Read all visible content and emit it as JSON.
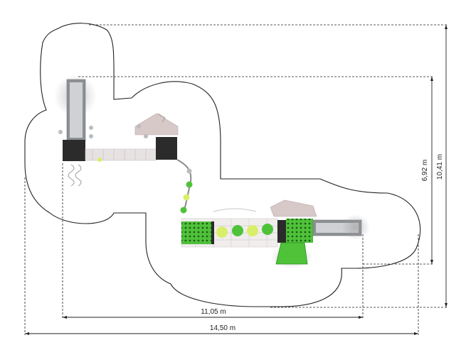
{
  "drawing": {
    "colors": {
      "outline": "#222222",
      "green": "#4fc23a",
      "dark_green": "#2e8f22",
      "lime": "#d9ef6a",
      "panel_dark": "#2b2b2b",
      "steel": "#b9bcc0",
      "slide": "#8c9095",
      "net": "#c8c8c8",
      "roof": "#d8c9c9"
    },
    "dimensions": {
      "overall_width": "14,50 m",
      "inner_width": "11,05 m",
      "overall_depth": "10,41 m",
      "inner_depth": "6,92 m"
    }
  }
}
